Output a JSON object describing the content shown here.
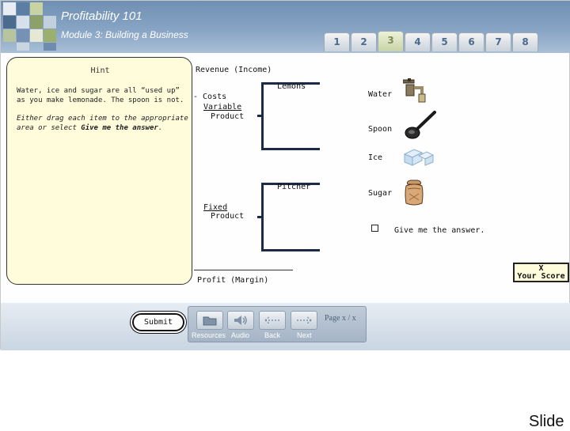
{
  "header": {
    "course_title": "Profitability 101",
    "module_title": "Module 3: Building a Business",
    "tabs": [
      "1",
      "2",
      "3",
      "4",
      "5",
      "6",
      "7",
      "8"
    ],
    "active_tab": "3"
  },
  "hint": {
    "title": "Hint",
    "paragraph1": "Water, ice and sugar are all “used up” as you make lemonade. The spoon is not.",
    "paragraph2_prefix": "Either drag each item to the appropriate area or select ",
    "paragraph2_bold": "Give me the answer",
    "paragraph2_suffix": "."
  },
  "diagram": {
    "revenue_label": "Revenue (Income)",
    "costs_label": "- Costs",
    "variable_label": "Variable",
    "variable_product_label": "Product",
    "fixed_label": "Fixed",
    "fixed_product_label": "Product",
    "variable_placed_item": "Lemons",
    "fixed_placed_item": "Pitcher",
    "profit_label": "Profit (Margin)"
  },
  "items": [
    {
      "label": "Water",
      "icon": "faucet-icon"
    },
    {
      "label": "Spoon",
      "icon": "spoon-icon"
    },
    {
      "label": "Ice",
      "icon": "ice-icon"
    },
    {
      "label": "Sugar",
      "icon": "sugar-sack-icon"
    }
  ],
  "answer_option": "Give me the answer.",
  "score": {
    "value": "X",
    "label": "Your Score"
  },
  "footer": {
    "submit_label": "Submit",
    "nav_labels": [
      "Resources",
      "Audio",
      "Back",
      "Next"
    ],
    "page_info": "Page x / x"
  },
  "slide_caption": "Slide",
  "colors": {
    "header_blue": "#7f9dbf",
    "hint_bg": "#fefcdb",
    "bracket": "#1b2b46"
  }
}
